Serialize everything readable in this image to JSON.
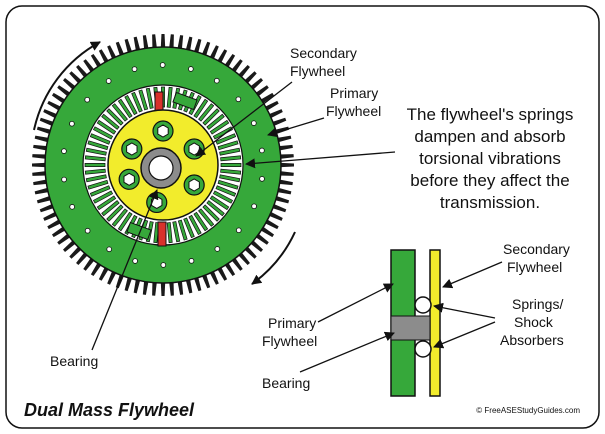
{
  "title": "Dual Mass Flywheel",
  "credit": "© FreeASEStudyGuides.com",
  "note_lines": [
    "The flywheel's springs",
    "dampen and absorb",
    "torsional vibrations",
    "before they affect the",
    "transmission."
  ],
  "labels": {
    "secondary_flywheel_top": [
      "Secondary",
      "Flywheel"
    ],
    "primary_flywheel_top": [
      "Primary",
      "Flywheel"
    ],
    "bearing_left": "Bearing",
    "secondary_flywheel_right": [
      "Secondary",
      "Flywheel"
    ],
    "springs_shock": [
      "Springs/",
      "Shock",
      "Absorbers"
    ],
    "primary_flywheel_bottom": [
      "Primary",
      "Flywheel"
    ],
    "bearing_bottom": "Bearing"
  },
  "colors": {
    "primary_green": "#36a83a",
    "secondary_yellow": "#f2ec2c",
    "bearing_gray": "#8c8c8c",
    "spring_red": "#d9312b",
    "outline": "#111111"
  }
}
